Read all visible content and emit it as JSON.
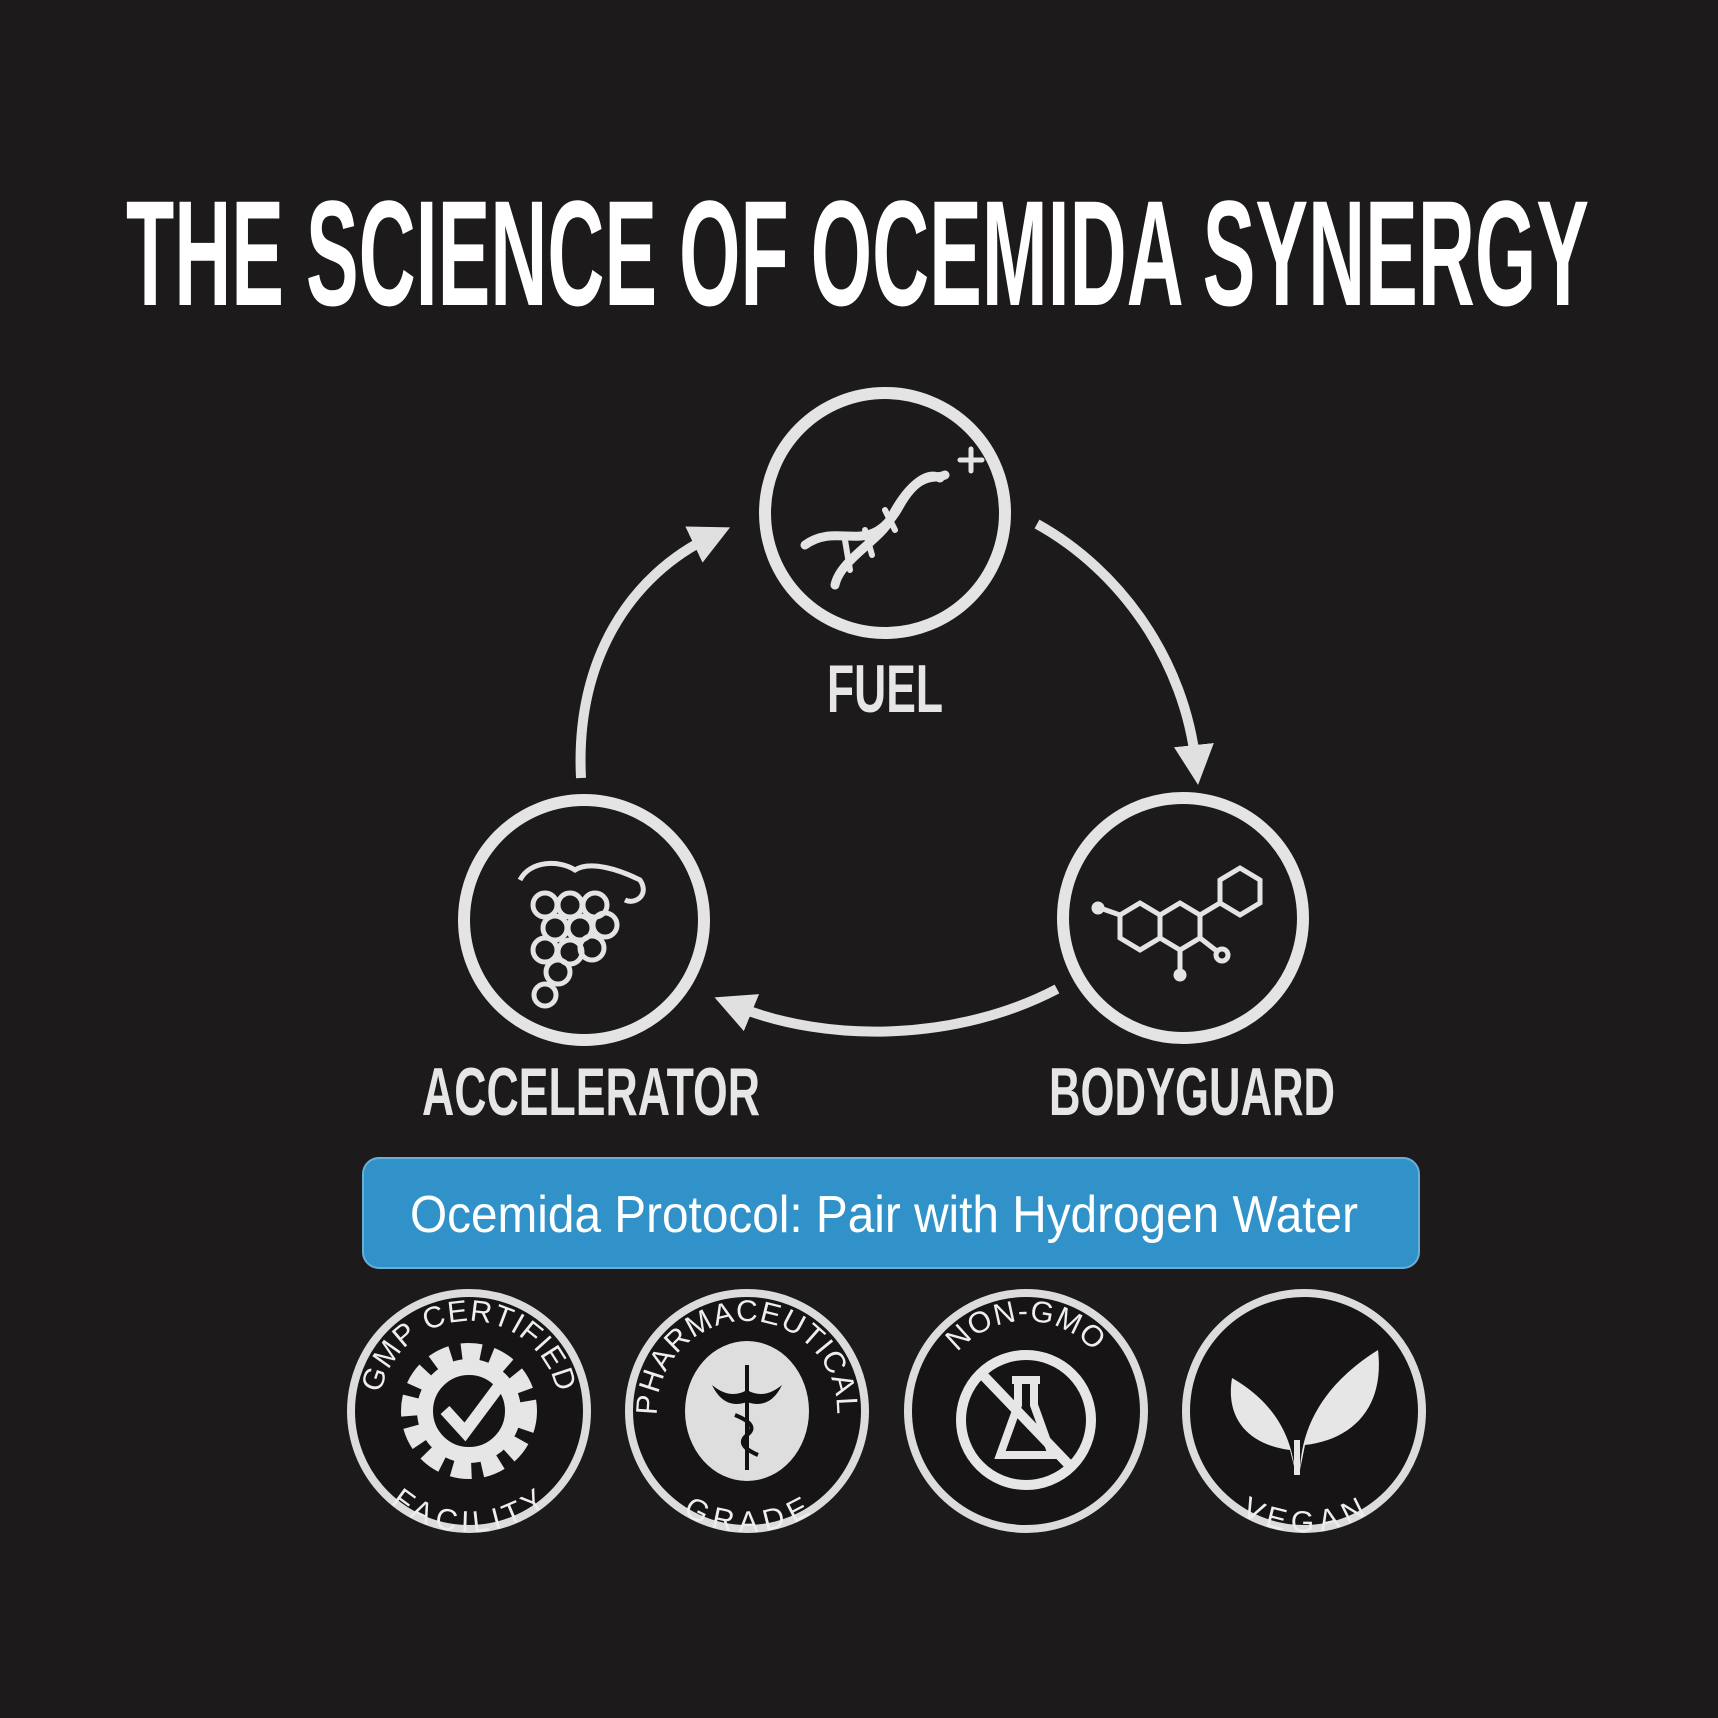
{
  "title": "THE SCIENCE OF OCEMIDA SYNERGY",
  "cycle": {
    "nodes": [
      {
        "label": "FUEL",
        "icon": "dna-plus-icon"
      },
      {
        "label": "BODYGUARD",
        "icon": "molecule-icon"
      },
      {
        "label": "ACCELERATOR",
        "icon": "grapes-icon"
      }
    ]
  },
  "protocol": "Ocemida Protocol: Pair with Hydrogen Water",
  "badges": [
    {
      "top": "GMP CERTIFIED",
      "bottom": "FACILITY",
      "icon": "gear-check-icon"
    },
    {
      "top": "PHARMACEUTICAL",
      "bottom": "GRADE",
      "icon": "caduceus-icon"
    },
    {
      "top": "NON-GMO",
      "bottom": "",
      "icon": "no-gmo-flask-icon"
    },
    {
      "top": "",
      "bottom": "VEGAN",
      "icon": "leaf-sprout-icon"
    }
  ],
  "colors": {
    "background": "#1c1a1a",
    "accent": "#3192c9",
    "foreground": "#e6e6e6"
  }
}
